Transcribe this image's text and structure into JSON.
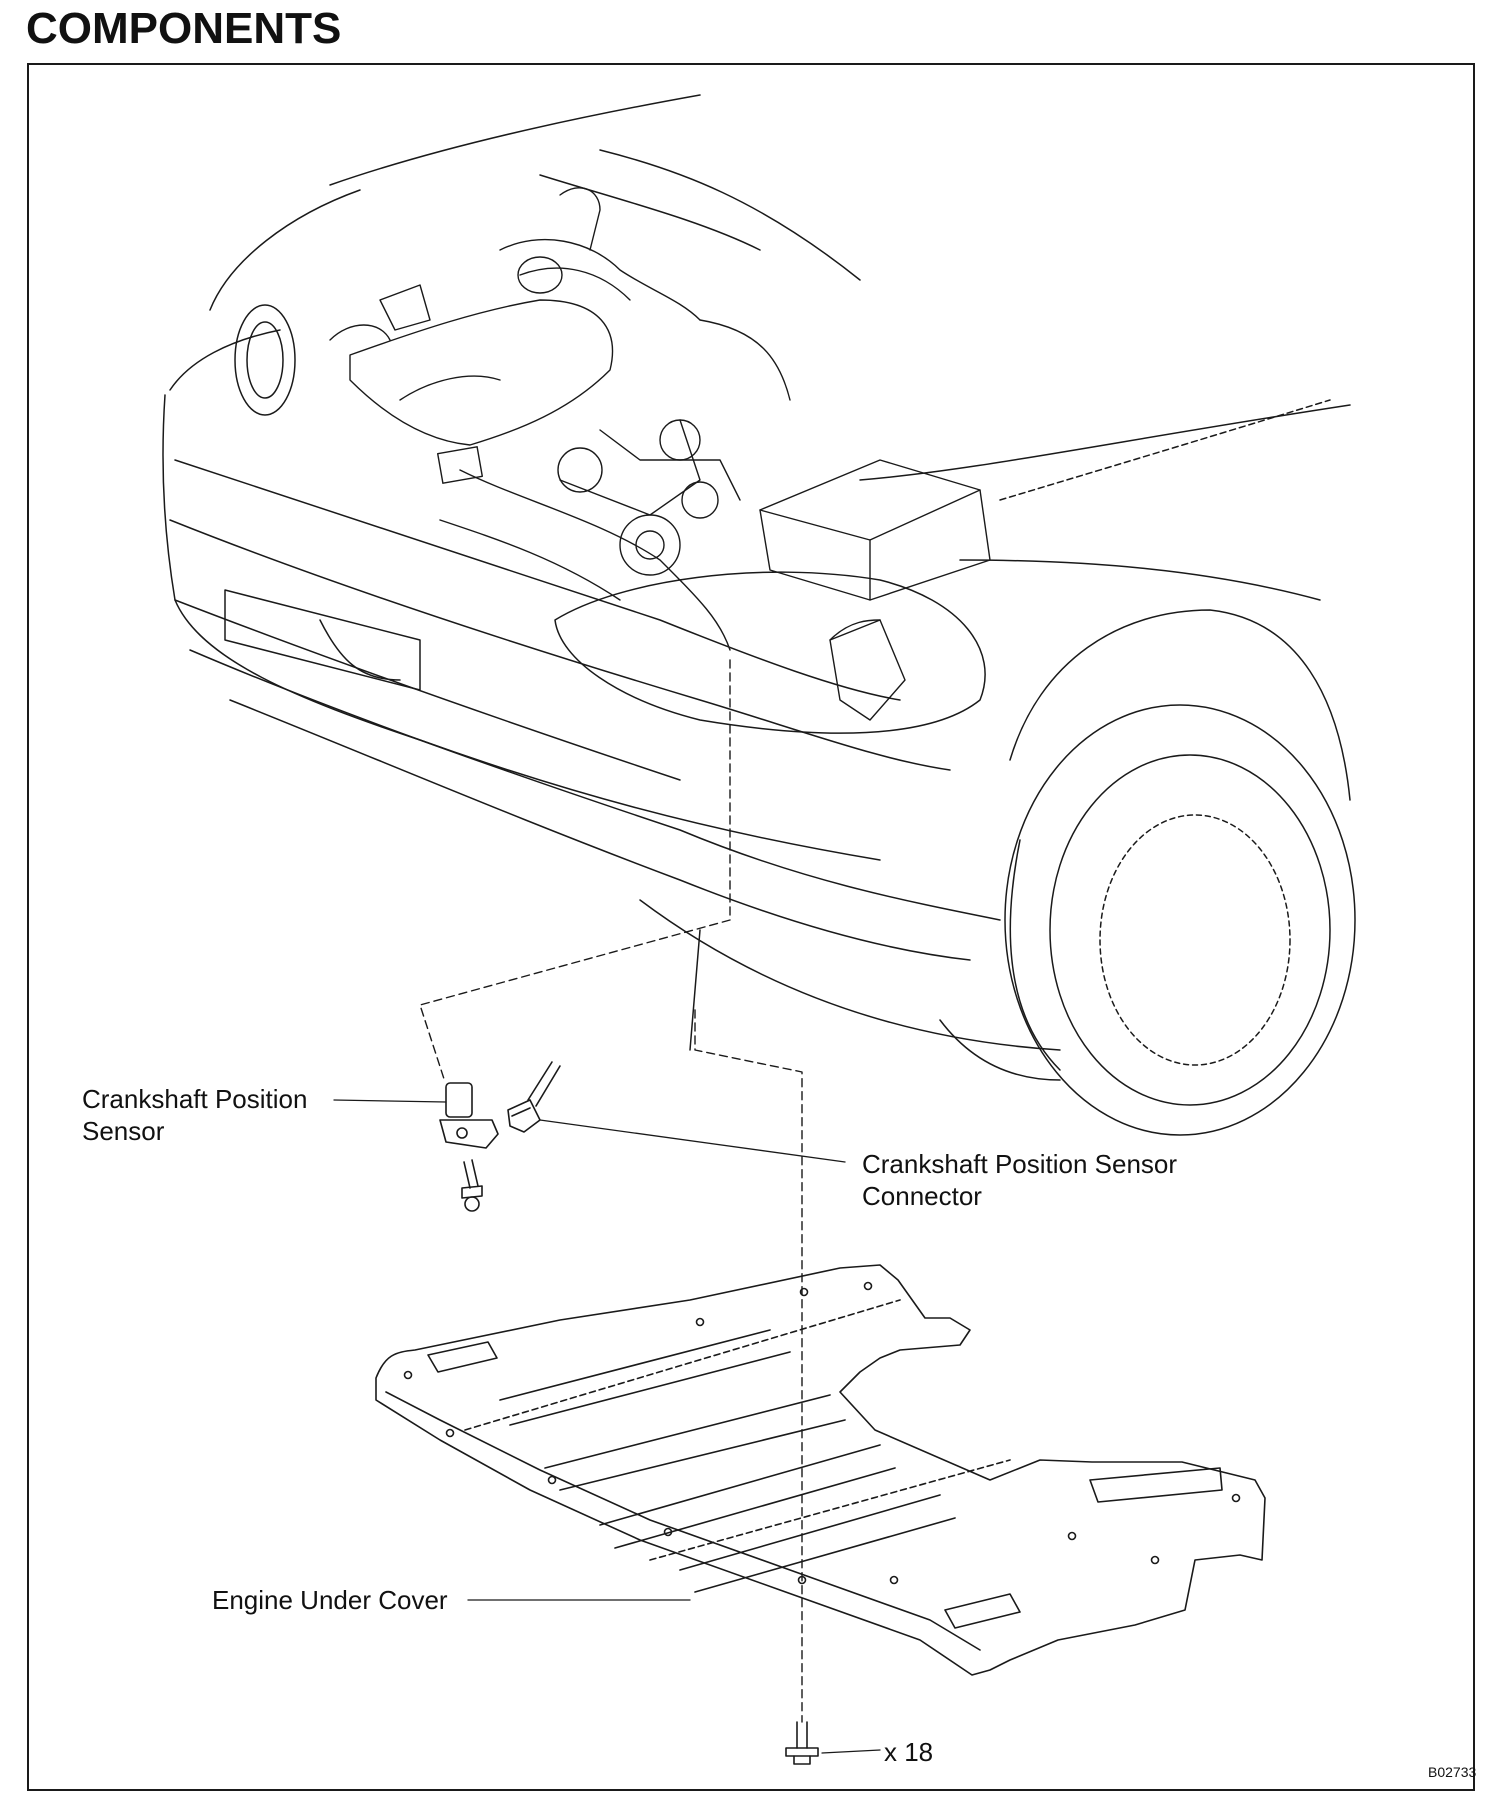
{
  "title": "COMPONENTS",
  "labels": {
    "ckp_sensor": [
      "Crankshaft Position",
      "Sensor"
    ],
    "ckp_connector": [
      "Crankshaft Position Sensor",
      "Connector"
    ],
    "under_cover": "Engine Under Cover",
    "bolt_qty": "x 18"
  },
  "figure_code": "B02733",
  "colors": {
    "ink": "#1a1a1a",
    "paper": "#ffffff"
  }
}
